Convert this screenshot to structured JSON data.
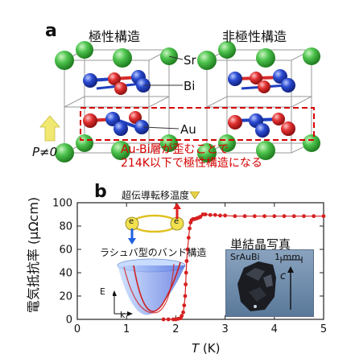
{
  "panel_a": {
    "label": "a",
    "polar_title": "極性構造",
    "nonpolar_title": "非極性構造",
    "atom_sr": "Sr",
    "atom_bi": "Bi",
    "atom_au": "Au",
    "p_label": "P≠0",
    "note_line1": "Au-Bi層が歪むことで",
    "note_line2": "214K以下で極性構造になる",
    "colors": {
      "sr": "#3cb43c",
      "bi": "#d62b2b",
      "au": "#1f3fbf",
      "accent": "#d60000",
      "arrow": "#f0e870"
    }
  },
  "panel_b": {
    "label": "b",
    "tc_label": "超伝導転移温度",
    "band_label": "ラシュバ型のバンド構造",
    "band_e": "E",
    "band_k": "k",
    "electron": "e",
    "photo_title": "単結晶写真",
    "photo_sample": "SrAuBi",
    "photo_scale": "1 mm",
    "photo_axis": "c"
  },
  "chart_data": {
    "type": "scatter",
    "xlabel_italic": "T",
    "xlabel_unit": "(K)",
    "ylabel": "電気抵抗率 (μΩcm)",
    "xlim": [
      0,
      5
    ],
    "ylim": [
      0,
      100
    ],
    "x_ticks": [
      "0",
      "1",
      "2",
      "3",
      "4",
      "5"
    ],
    "y_ticks": [
      "0",
      "20",
      "40",
      "60",
      "80",
      "100"
    ],
    "series": [
      {
        "color": "#d62020",
        "x": [
          1.75,
          1.85,
          1.95,
          2.0,
          2.05,
          2.1,
          2.12,
          2.15,
          2.17,
          2.19,
          2.2,
          2.21,
          2.22,
          2.24,
          2.26,
          2.28,
          2.3,
          2.32,
          2.35,
          2.38,
          2.42,
          2.45,
          2.48,
          2.5,
          2.55,
          2.6,
          2.7,
          2.8,
          2.9,
          3.0,
          3.2,
          3.4,
          3.6,
          3.8,
          4.0,
          4.2,
          4.4,
          4.6,
          4.8,
          5.0
        ],
        "y": [
          0,
          0,
          0,
          0,
          0.5,
          1,
          3,
          6,
          12,
          20,
          30,
          40,
          50,
          60,
          70,
          78,
          83,
          85,
          86,
          86,
          86.5,
          87,
          87.5,
          88,
          90,
          90,
          89.5,
          89.5,
          89,
          89,
          88.5,
          88.5,
          88.5,
          88.5,
          88.5,
          88.5,
          88.5,
          88.5,
          88.5,
          88.5
        ]
      }
    ]
  }
}
